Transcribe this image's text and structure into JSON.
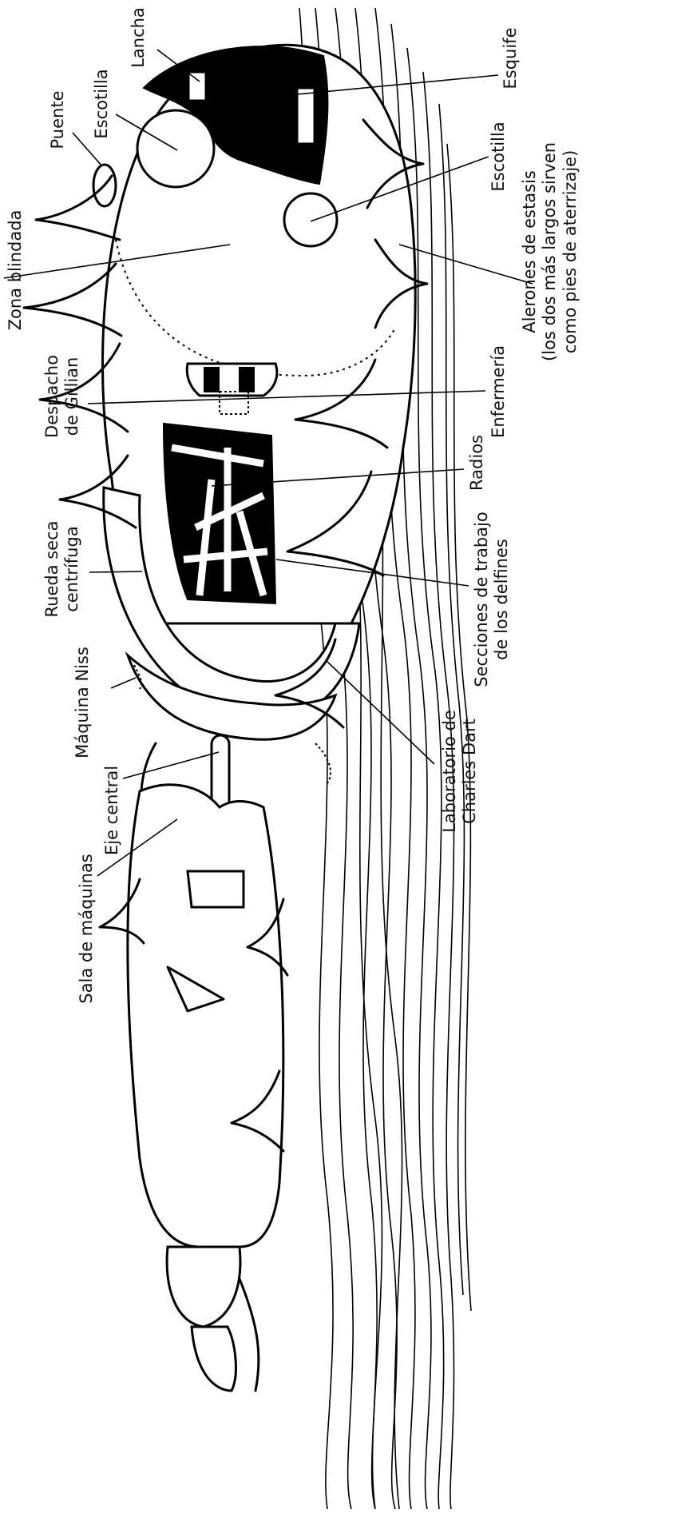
{
  "labels": {
    "lancha": "Lancha",
    "escotilla_1": "Escotilla",
    "puente": "Puente",
    "esquife": "Esquife",
    "escotilla_2": "Escotilla",
    "zona_blindada": "Zona blindada",
    "alerones_1": "Alerones de estasis",
    "alerones_2": "(los dos más largos sirven",
    "alerones_3": "como pies de aterrizaje)",
    "despacho_1": "Despacho",
    "despacho_2": "de Gillian",
    "enfermeria": "Enfermería",
    "radios": "Radios",
    "rueda_1": "Rueda seca",
    "rueda_2": "centrífuga",
    "secciones_1": "Secciones de trabajo",
    "secciones_2": "de los delfines",
    "maquina_niss": "Máquina Niss",
    "laboratorio_1": "Laboratorio de",
    "laboratorio_2": "Charles Dart",
    "eje_central": "Eje central",
    "sala_maquinas": "Sala de máquinas"
  }
}
